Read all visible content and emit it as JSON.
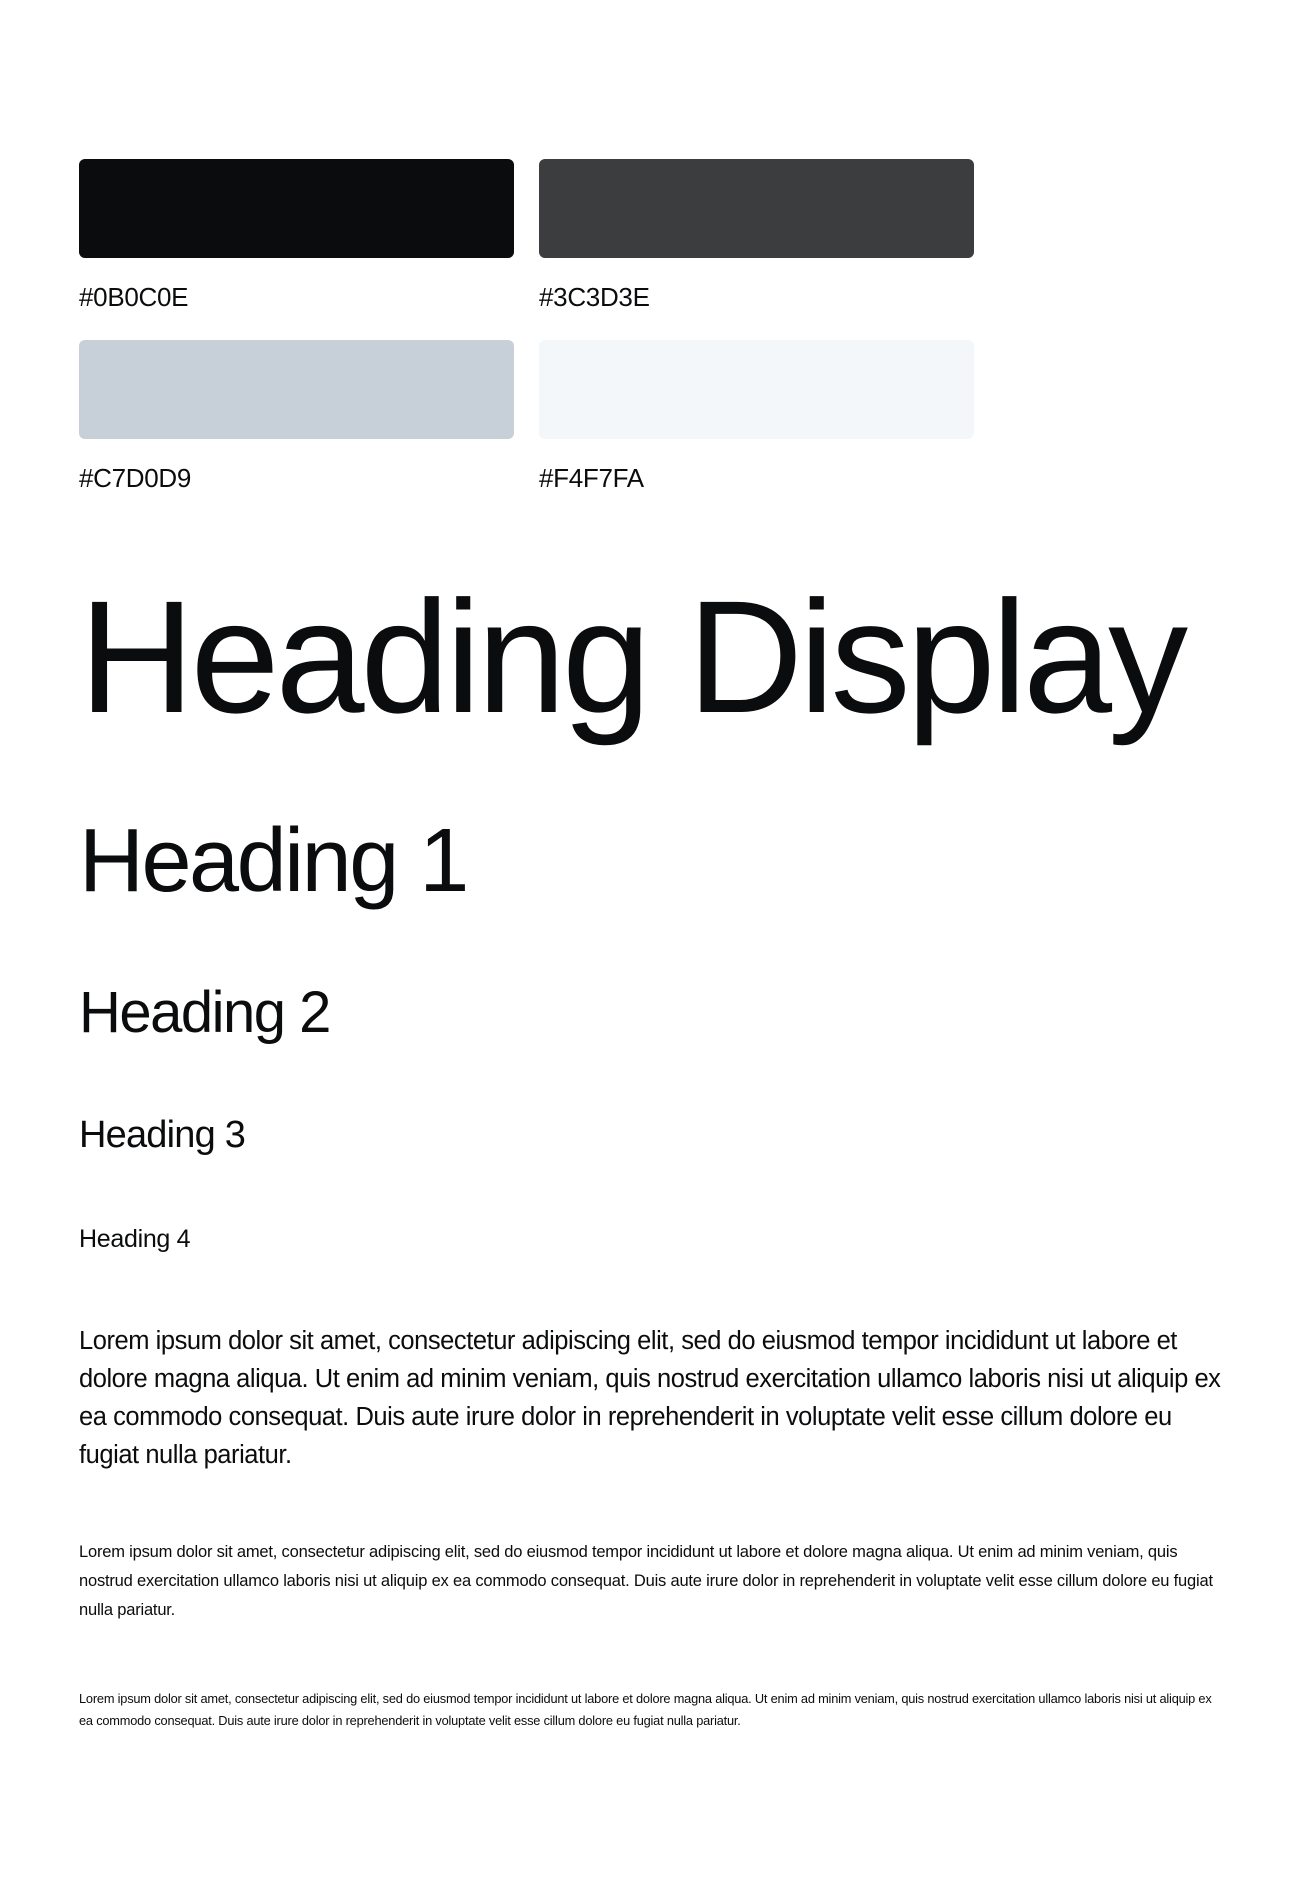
{
  "palette": {
    "swatches": [
      {
        "hex_label": "#0B0C0E",
        "color": "#0B0C0E"
      },
      {
        "hex_label": "#3C3D3E",
        "color": "#3C3D3E"
      },
      {
        "hex_label": "#C7D0D9",
        "color": "#C7D0D9"
      },
      {
        "hex_label": "#F4F7FA",
        "color": "#F4F7FA"
      }
    ]
  },
  "typography": {
    "heading_display": "Heading Display",
    "heading_1": "Heading 1",
    "heading_2": "Heading 2",
    "heading_3": "Heading 3",
    "heading_4": "Heading 4",
    "body_large": "Lorem ipsum dolor sit amet, consectetur adipiscing elit, sed do eiusmod tempor incididunt ut labore et dolore magna aliqua. Ut enim ad minim veniam, quis nostrud exercitation ullamco laboris nisi ut aliquip ex ea commodo consequat. Duis aute irure dolor in reprehenderit in voluptate velit esse cillum dolore eu fugiat nulla pariatur.",
    "body_medium": "Lorem ipsum dolor sit amet, consectetur adipiscing elit, sed do eiusmod tempor incididunt ut labore et dolore magna aliqua. Ut enim ad minim veniam, quis nostrud exercitation ullamco laboris nisi ut aliquip ex ea commodo consequat. Duis aute irure dolor in reprehenderit in voluptate velit esse cillum dolore eu fugiat nulla pariatur.",
    "body_small": "Lorem ipsum dolor sit amet, consectetur adipiscing elit, sed do eiusmod tempor incididunt ut labore et dolore magna aliqua. Ut enim ad minim veniam, quis nostrud exercitation ullamco laboris nisi ut aliquip ex ea commodo consequat. Duis aute irure dolor in reprehenderit in voluptate velit esse cillum dolore eu fugiat nulla pariatur."
  }
}
